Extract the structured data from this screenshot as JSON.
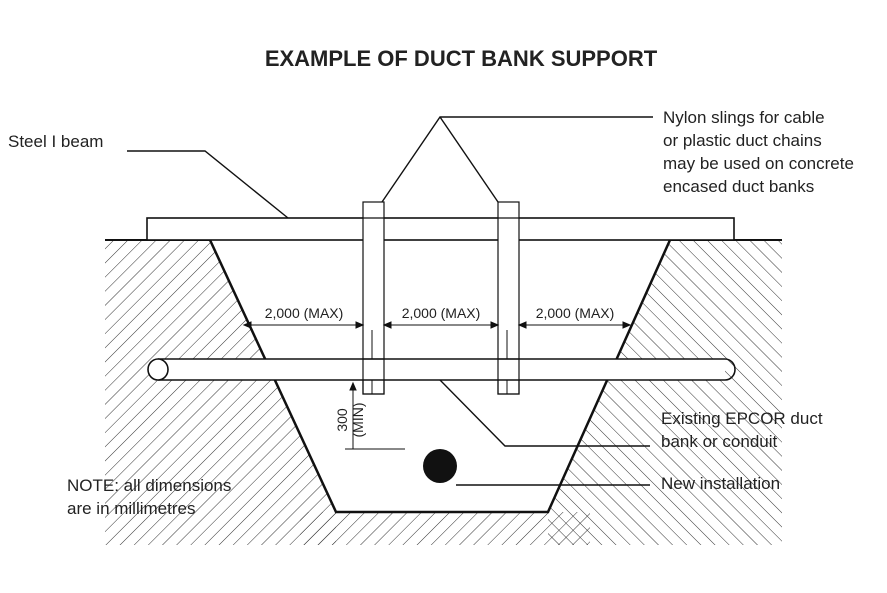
{
  "title": "EXAMPLE OF DUCT BANK SUPPORT",
  "labels": {
    "steel_beam": "Steel I beam",
    "slings": [
      "Nylon slings for cable",
      "or plastic duct chains",
      "may be used on concrete",
      "encased duct banks"
    ],
    "existing": [
      "Existing EPCOR duct",
      "bank or conduit"
    ],
    "new_install": "New installation",
    "note": [
      "NOTE: all dimensions",
      "are in millimetres"
    ]
  },
  "dimensions": {
    "spacing": [
      "2,000 (MAX)",
      "2,000 (MAX)",
      "2,000 (MAX)"
    ],
    "clearance_value": "300",
    "clearance_unit": "(MIN)"
  }
}
